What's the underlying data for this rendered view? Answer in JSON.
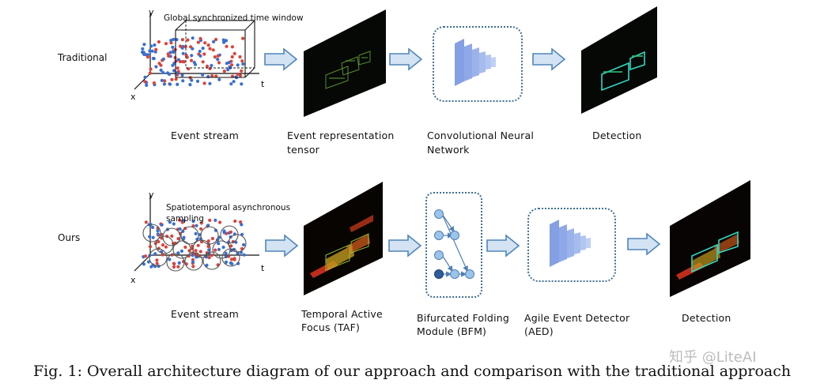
{
  "traditional": {
    "row_label": "Traditional",
    "plot_title": "Global synchronized time window",
    "axes": {
      "y": "y",
      "x": "x",
      "t": "t"
    },
    "captions": {
      "event_stream": "Event stream",
      "representation_line1": "Event representation",
      "representation_line2": "tensor",
      "cnn_line1": "Convolutional Neural",
      "cnn_line2": "Network",
      "detection": "Detection"
    }
  },
  "ours": {
    "row_label": "Ours",
    "plot_title_line1": "Spatiotemporal asynchronous",
    "plot_title_line2": "sampling",
    "axes": {
      "y": "y",
      "x": "x",
      "t": "t"
    },
    "captions": {
      "event_stream": "Event stream",
      "taf_line1": "Temporal Active",
      "taf_line2": "Focus (TAF)",
      "bfm_line1": "Bifurcated Folding",
      "bfm_line2": "Module (BFM)",
      "aed_line1": "Agile Event Detector",
      "aed_line2": "(AED)",
      "detection": "Detection"
    }
  },
  "figure_caption": "Fig. 1: Overall architecture diagram of our approach and comparison with the traditional approach",
  "watermark": "知乎 @LiteAI",
  "colors": {
    "arrow_fill": "#d3e3f3",
    "arrow_stroke": "#4f86b8",
    "frame": "#3f6f95",
    "layer_fill": "#5b7fd9",
    "node_fill": "#9cc4ea",
    "node_dark": "#2e5c9c",
    "event_red": "#d9433b",
    "event_blue": "#3a6fd1"
  }
}
